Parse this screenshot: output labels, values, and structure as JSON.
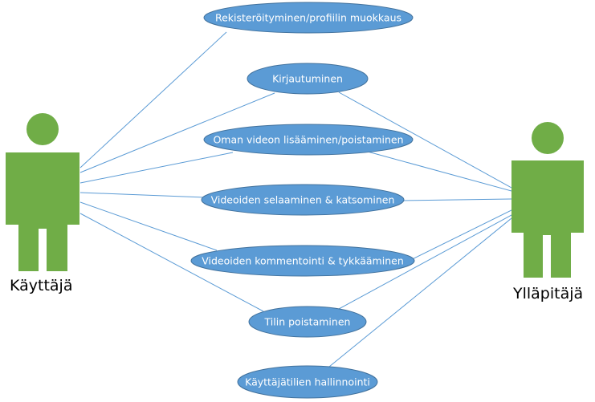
{
  "actors": {
    "user": {
      "label": "Käyttäjä"
    },
    "admin": {
      "label": "Ylläpitäjä"
    }
  },
  "use_cases": [
    {
      "id": "uc-register",
      "label": "Rekisteröityminen/profiilin muokkaus"
    },
    {
      "id": "uc-login",
      "label": "Kirjautuminen"
    },
    {
      "id": "uc-add-video",
      "label": "Oman videon lisääminen/poistaminen"
    },
    {
      "id": "uc-browse",
      "label": "Videoiden selaaminen & katsominen"
    },
    {
      "id": "uc-comment",
      "label": "Videoiden kommentointi & tykkääminen"
    },
    {
      "id": "uc-delete-account",
      "label": "Tilin poistaminen"
    },
    {
      "id": "uc-manage-accounts",
      "label": "Käyttäjätilien hallinnointi"
    }
  ],
  "associations": {
    "user": [
      "uc-register",
      "uc-login",
      "uc-add-video",
      "uc-browse",
      "uc-comment",
      "uc-delete-account"
    ],
    "admin": [
      "uc-login",
      "uc-add-video",
      "uc-browse",
      "uc-comment",
      "uc-delete-account",
      "uc-manage-accounts"
    ]
  },
  "colors": {
    "actor": "#70ad47",
    "usecase_fill": "#5b9bd5",
    "usecase_stroke": "#41719c",
    "line": "#5b9bd5",
    "usecase_text": "#ffffff"
  }
}
